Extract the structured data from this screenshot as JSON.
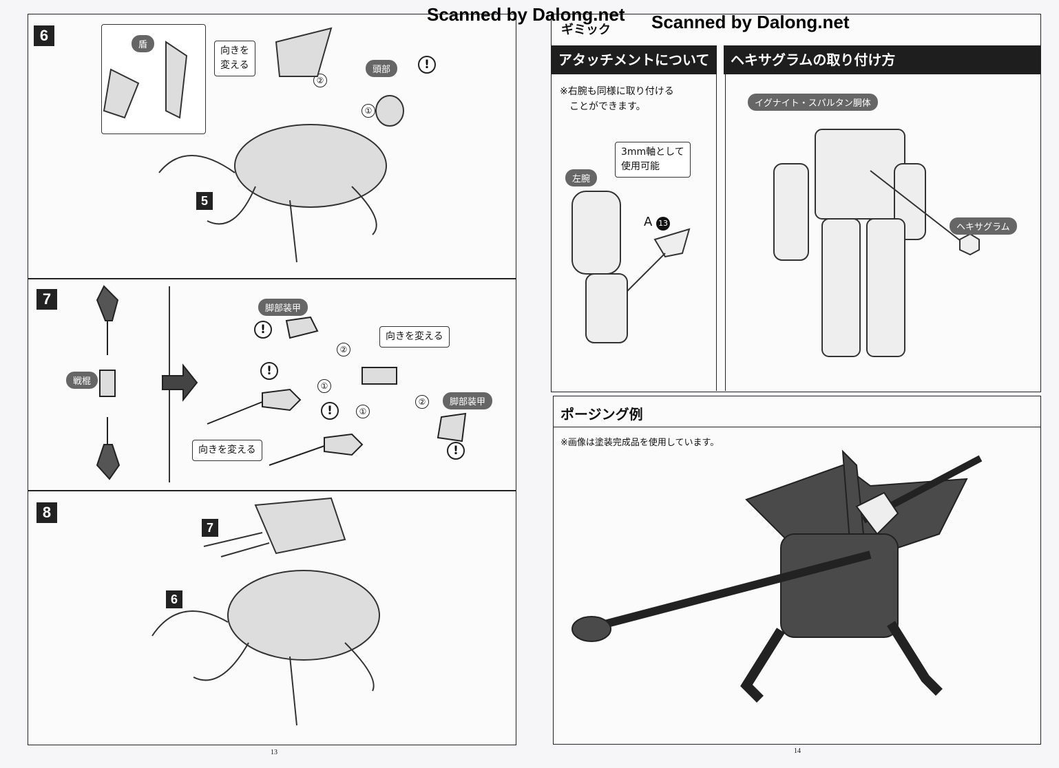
{
  "watermarks": [
    "Scanned by Dalong.net",
    "Scanned by Dalong.net"
  ],
  "left_page": {
    "page_number": "13",
    "step6": {
      "number": "6",
      "shield_label": "盾",
      "turn_label_1": "向きを",
      "turn_label_2": "変える",
      "head_label": "頭部",
      "order_1": "①",
      "order_2": "②",
      "ref_step": "5",
      "warning": "!"
    },
    "step7": {
      "number": "7",
      "mace_label": "戦棍",
      "leg_armor_label_1": "脚部装甲",
      "leg_armor_label_2": "脚部装甲",
      "turn_label_1": "向きを変える",
      "turn_label_2": "向きを変える",
      "order_1": "①",
      "order_2": "②",
      "warning": "!"
    },
    "step8": {
      "number": "8",
      "ref_step_a": "7",
      "ref_step_b": "6"
    }
  },
  "right_page": {
    "page_number": "14",
    "gimmick_title": "ギミック",
    "attachment": {
      "title": "アタッチメントについて",
      "note_1": "※右腕も同様に取り付ける",
      "note_2": "ことができます。",
      "left_arm_label": "左腕",
      "callout_1": "3mm軸として",
      "callout_2": "使用可能",
      "part_letter": "A",
      "part_number": "13"
    },
    "hexagram": {
      "title": "ヘキサグラムの取り付け方",
      "body_label": "イグナイト・スパルタン胴体",
      "hex_label": "ヘキサグラム"
    },
    "posing": {
      "title": "ポージング例",
      "note": "※画像は塗装完成品を使用しています。"
    }
  }
}
